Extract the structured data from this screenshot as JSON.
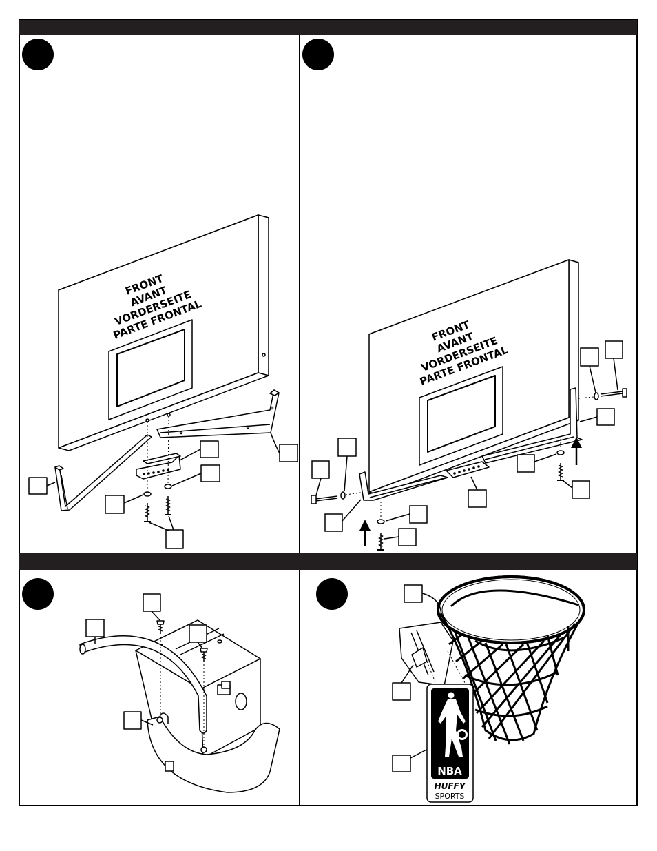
{
  "backboard_label_panel1": [
    "FRONT",
    "AVANT",
    "VORDERSEITE",
    "PARTE FRONTAL"
  ],
  "backboard_label_panel2": [
    "FRONT",
    "AVANT",
    "VORDERSEITE",
    "PARTE FRONTAL"
  ],
  "logo": {
    "brand": "NBA",
    "maker_line1": "HUFFY",
    "maker_line2": "SPORTS"
  },
  "colors": {
    "frame": "#000000",
    "header_bar": "#231f20",
    "paper": "#ffffff",
    "ink": "#000000"
  }
}
